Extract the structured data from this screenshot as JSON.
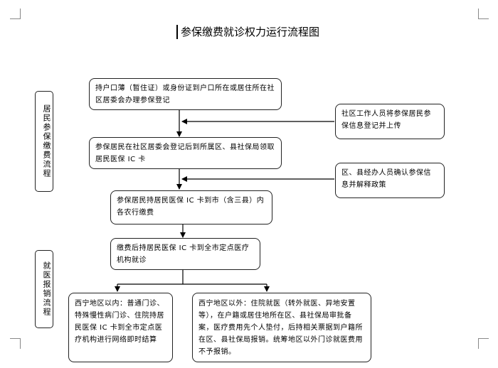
{
  "title": "参保缴费就诊权力运行流程图",
  "side_labels": {
    "enrollment": "居民参保缴费流程",
    "reimbursement": "就医报销流程"
  },
  "steps": {
    "step1": "持户口薄（暂住证）或身份证到户口所在或居住所在社区居委会办理参保登记",
    "step2": "参保居民在社区居委会登记后到所属区、县社保局领取居民医保 IC 卡",
    "step3": "参保居民持居民医保 IC 卡到市（含三县）内各农行缴费",
    "step4": "缴费后持居民医保 IC 卡到全市定点医疗机构就诊"
  },
  "notes": {
    "community": "社区工作人员将参保居民参保信息登记并上传",
    "county": "区、县经办人员确认参保信息并解释政策"
  },
  "outcomes": {
    "inside": "西宁地区以内：普通门诊、特殊慢性病门诊、住院持居民医保 IC 卡到全市定点医疗机构进行网络即时结算",
    "outside": "西宁地区以外：住院就医（转外就医、异地安置等），在户籍或居住地所在区、县社保局审批备案，医疗费用先个人垫付，后持相关票据到户籍所在区、县社保局报销。统筹地区以外门诊就医费用不予报销。"
  }
}
